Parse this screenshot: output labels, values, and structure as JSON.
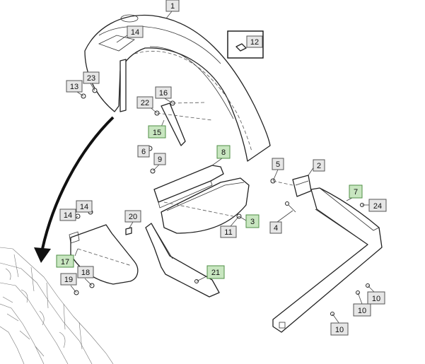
{
  "colors": {
    "callout_fill": "#e6e6e6",
    "callout_highlight_fill": "#c8e6c0",
    "callout_highlight_border": "#4f8f46",
    "line": "#222222"
  },
  "callouts": [
    {
      "id": "c1",
      "label": "1",
      "highlight": false
    },
    {
      "id": "c14a",
      "label": "14",
      "highlight": false
    },
    {
      "id": "c12",
      "label": "12",
      "highlight": false
    },
    {
      "id": "c23",
      "label": "23",
      "highlight": false
    },
    {
      "id": "c13",
      "label": "13",
      "highlight": false
    },
    {
      "id": "c16",
      "label": "16",
      "highlight": false
    },
    {
      "id": "c22",
      "label": "22",
      "highlight": false
    },
    {
      "id": "c15",
      "label": "15",
      "highlight": true
    },
    {
      "id": "c6",
      "label": "6",
      "highlight": false
    },
    {
      "id": "c8",
      "label": "8",
      "highlight": true
    },
    {
      "id": "c9",
      "label": "9",
      "highlight": false
    },
    {
      "id": "c5",
      "label": "5",
      "highlight": false
    },
    {
      "id": "c2",
      "label": "2",
      "highlight": false
    },
    {
      "id": "c7",
      "label": "7",
      "highlight": true
    },
    {
      "id": "c24",
      "label": "24",
      "highlight": false
    },
    {
      "id": "c14b",
      "label": "14",
      "highlight": false
    },
    {
      "id": "c14c",
      "label": "14",
      "highlight": false
    },
    {
      "id": "c20",
      "label": "20",
      "highlight": false
    },
    {
      "id": "c3",
      "label": "3",
      "highlight": true
    },
    {
      "id": "c11",
      "label": "11",
      "highlight": false
    },
    {
      "id": "c4",
      "label": "4",
      "highlight": false
    },
    {
      "id": "c17",
      "label": "17",
      "highlight": true
    },
    {
      "id": "c18",
      "label": "18",
      "highlight": false
    },
    {
      "id": "c19",
      "label": "19",
      "highlight": false
    },
    {
      "id": "c21",
      "label": "21",
      "highlight": true
    },
    {
      "id": "c10a",
      "label": "10",
      "highlight": false
    },
    {
      "id": "c10b",
      "label": "10",
      "highlight": false
    },
    {
      "id": "c10c",
      "label": "10",
      "highlight": false
    }
  ]
}
